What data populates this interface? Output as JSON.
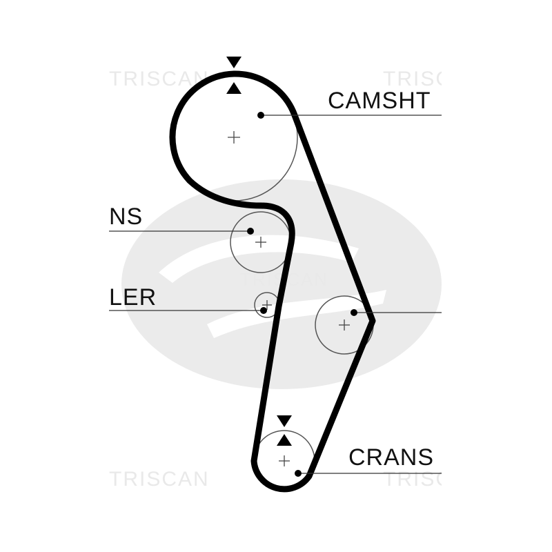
{
  "watermarks": {
    "top_left": "TRISCAN",
    "top_right": "TRISCAN",
    "middle": "TRISCAN",
    "bottom_left": "TRISCAN",
    "bottom_right": "TRISCAN"
  },
  "labels": {
    "camshaft": "CAMSHT",
    "tensioner": "NS",
    "idler": "LER",
    "crankshaft": "CRANS"
  },
  "colors": {
    "belt": "#000000",
    "text": "#111111",
    "watermark": "#e9e9e9",
    "logo": "#ebebeb"
  }
}
